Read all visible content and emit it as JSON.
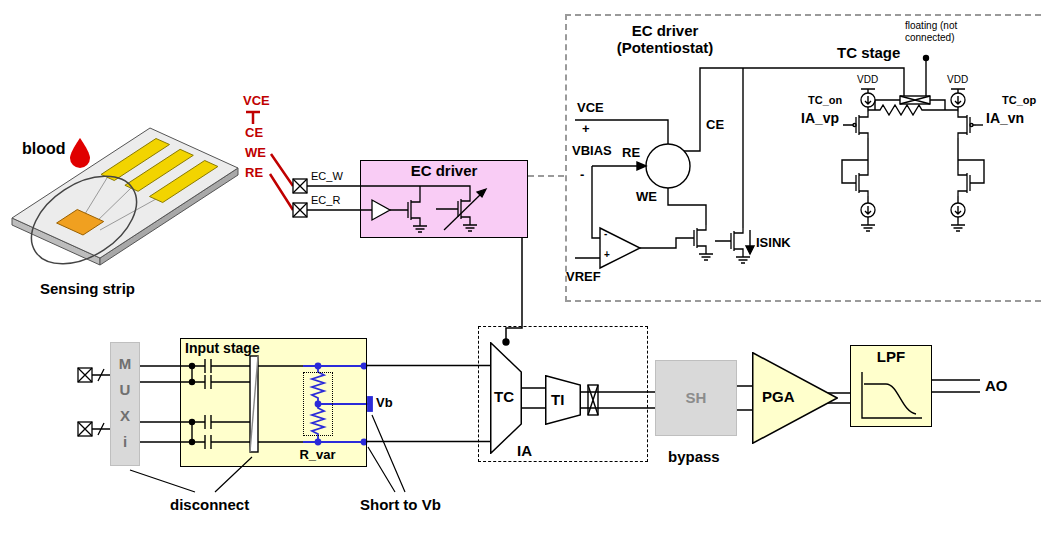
{
  "diagram": {
    "nodes": [
      {
        "text": [
          "EC driver"
        ]
      },
      {
        "text": [
          "EC driver (Potentiostat)",
          "TC stage"
        ]
      },
      {
        "text": [
          "M U X i"
        ]
      },
      {
        "text": [
          "Input stage"
        ]
      },
      {
        "text": [
          "R_var"
        ],
        "in": 3
      },
      {
        "text": [
          "IA"
        ]
      },
      {
        "text": [
          "TC"
        ],
        "in": 5
      },
      {
        "text": [
          "TI"
        ],
        "in": 5
      },
      {
        "text": [
          "SH"
        ]
      },
      {
        "text": [
          "PGA"
        ]
      },
      {
        "text": [
          "LPF"
        ]
      }
    ],
    "edges": [
      {
        "from": 0,
        "to": 6,
        "arrow": "none"
      },
      {
        "from": 2,
        "to": 3,
        "arrow": "none"
      },
      {
        "from": 3,
        "to": 6,
        "arrow": "none"
      },
      {
        "from": 6,
        "to": 7,
        "arrow": "none"
      },
      {
        "from": 7,
        "to": 8,
        "arrow": "none"
      },
      {
        "from": 8,
        "to": 9,
        "arrow": "none"
      },
      {
        "from": 9,
        "to": 10,
        "arrow": "none"
      },
      {
        "from": 0,
        "to": 1,
        "arrow": "none"
      }
    ],
    "labels": [
      "blood",
      "VCE",
      "CE",
      "WE",
      "RE",
      "Sensing strip",
      "EC_W",
      "EC_R",
      "Vb",
      "disconnect",
      "Short to Vb",
      "bypass",
      "AO",
      "VCE",
      "+",
      "VBIAS",
      "-",
      "RE",
      "CE",
      "WE",
      "VREF",
      "ISINK",
      "floating (not connected)",
      "VDD",
      "VDD",
      "TC_on",
      "TC_op",
      "IA_vp",
      "IA_vn",
      "-",
      "+"
    ]
  }
}
